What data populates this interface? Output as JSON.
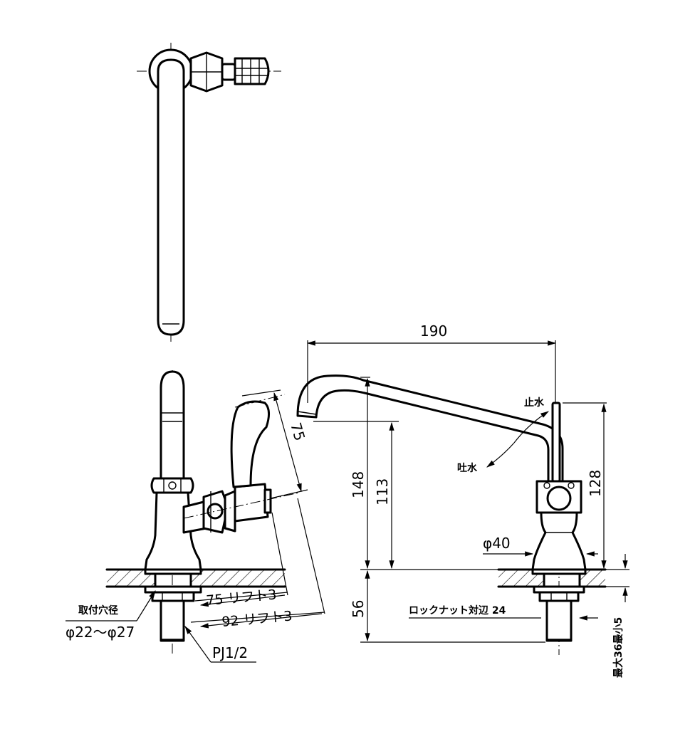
{
  "dimensions": {
    "spout_reach": "190",
    "total_height": "148",
    "spout_height": "113",
    "lever_height": "128",
    "below_counter": "56",
    "lever_length": "75",
    "lift_75": "75 リフト3",
    "lift_92": "92 リフト3",
    "base_diameter": "φ40",
    "mount_hole_label": "取付穴径",
    "mount_hole_range": "φ22～φ27",
    "thread": "PJ1/2",
    "locknut": "ロックナット対辺 24",
    "counter_thickness": "最大36最小5"
  },
  "labels": {
    "stop_water": "止水",
    "discharge": "吐水"
  }
}
